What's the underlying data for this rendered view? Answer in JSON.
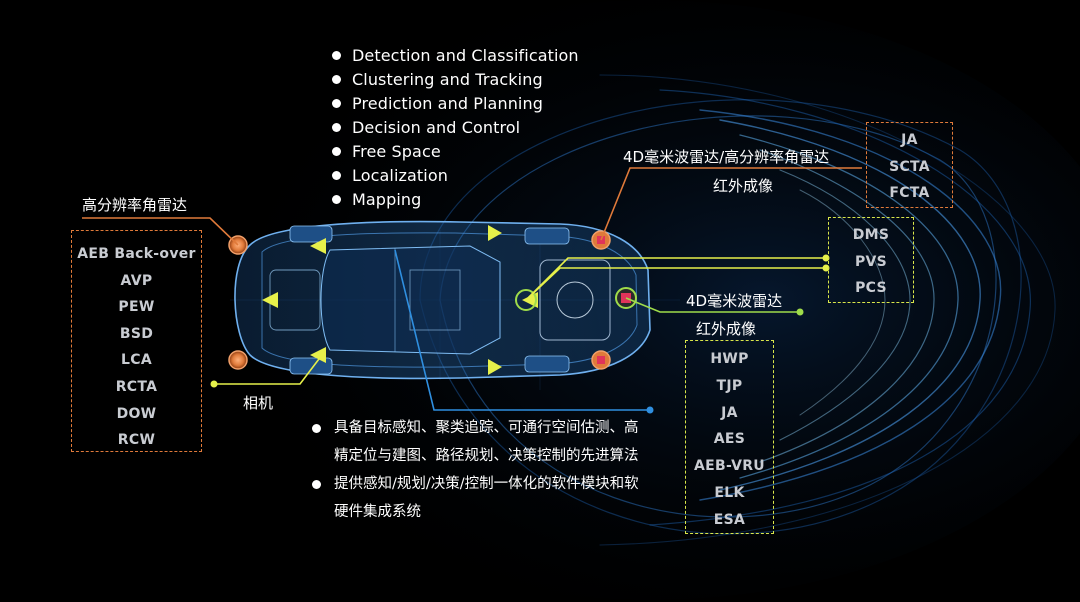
{
  "capabilities_en": [
    "Detection and Classification",
    "Clustering and Tracking",
    "Prediction and Planning",
    "Decision and Control",
    "Free Space",
    "Localization",
    "Mapping"
  ],
  "labels": {
    "corner_radar_left": "高分辨率角雷达",
    "radar_top_line1": "4D毫米波雷达/高分辨率角雷达",
    "radar_top_line2": "红外成像",
    "radar_mid_line1": "4D毫米波雷达",
    "radar_mid_line2": "红外成像",
    "camera": "相机"
  },
  "boxes": {
    "left": [
      "AEB Back-over",
      "AVP",
      "PEW",
      "BSD",
      "LCA",
      "RCTA",
      "DOW",
      "RCW"
    ],
    "top_right": [
      "JA",
      "SCTA",
      "FCTA"
    ],
    "mid_right": [
      "DMS",
      "PVS",
      "PCS"
    ],
    "bottom_right": [
      "HWP",
      "TJP",
      "JA",
      "AES",
      "AEB-VRU",
      "ELK",
      "ESA"
    ]
  },
  "capabilities_cn": [
    "具备目标感知、聚类追踪、可通行空间估测、高精定位与建图、路径规划、决策控制的先进算法",
    "提供感知/规划/决策/控制一体化的软件模块和软硬件集成系统"
  ],
  "colors": {
    "orange": "#e07a3a",
    "yellow": "#e6f04a",
    "green": "#9fdc4a",
    "blue": "#2f8fe0",
    "sensor_red": "#e0345a"
  }
}
